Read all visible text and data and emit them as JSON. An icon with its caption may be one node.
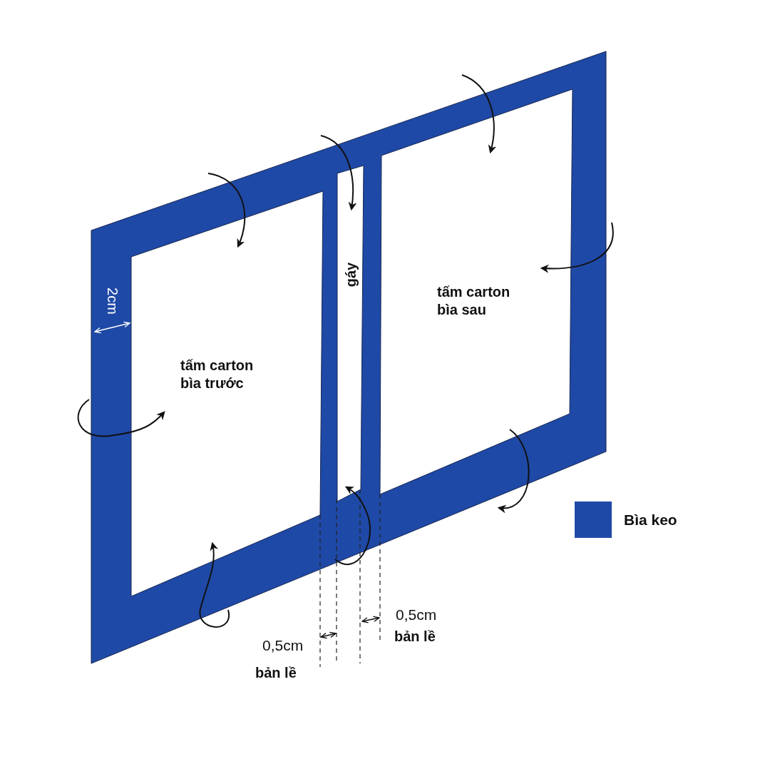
{
  "diagram": {
    "nodes": [
      {
        "text": [
          "tấm carton bìa trước"
        ]
      },
      {
        "text": [
          "gáy"
        ]
      },
      {
        "text": [
          "tấm carton bìa sau"
        ]
      }
    ],
    "labels": [
      "2cm",
      "0,5cm",
      "bản lề",
      "0,5cm",
      "bản lề"
    ],
    "legend": [
      {
        "text": "Bìa keo",
        "color": "#1f49a6"
      }
    ]
  }
}
